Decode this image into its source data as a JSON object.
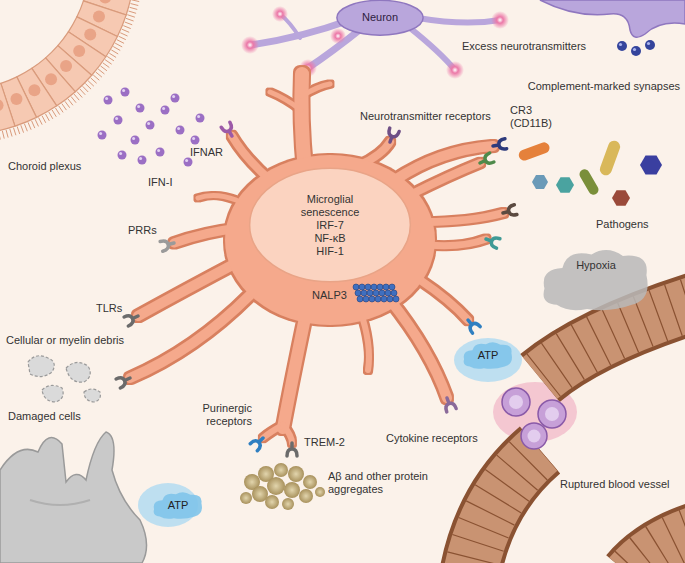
{
  "diagram": {
    "nodes": [
      {
        "text": [
          "Neuron"
        ]
      },
      {
        "text": [
          "Microglial senescence",
          "IRF-7",
          "NF-κB",
          "HIF-1"
        ]
      },
      {
        "text": [
          "Hypoxia"
        ]
      },
      {
        "text": [
          "ATP"
        ]
      },
      {
        "text": [
          "ATP"
        ]
      }
    ],
    "labels": [
      "Choroid plexus",
      "IFN-I",
      "IFNAR",
      "Excess neurotransmitters",
      "Complement-marked synapses",
      "Neurotransmitter receptors",
      "CR3 (CD11B)",
      "Pathogens",
      "PRRs",
      "TLRs",
      "NALP3",
      "Cellular or myelin debris",
      "Damaged cells",
      "Purinergic receptors",
      "Cytokine receptors",
      "TREM-2",
      "Aβ and other protein aggregates",
      "Ruptured blood vessel"
    ]
  }
}
